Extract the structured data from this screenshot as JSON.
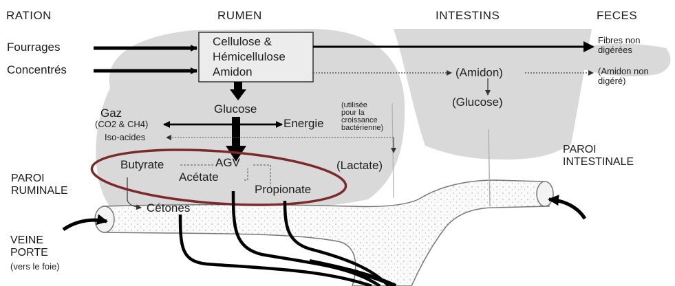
{
  "headers": {
    "ration": "RATION",
    "rumen": "RUMEN",
    "intestins": "INTESTINS",
    "feces": "FECES"
  },
  "inputs": {
    "fourrages": "Fourrages",
    "concentres": "Concentrés"
  },
  "rumen_box": {
    "line1": "Cellulose &",
    "line2": "Hémicellulose",
    "line3": "Amidon"
  },
  "rumen": {
    "glucose": "Glucose",
    "gaz": "Gaz",
    "gaz_detail": "(CO2 & CH4)",
    "energie": "Energie",
    "energie_note": [
      "(utilisée",
      "pour la",
      "croissance",
      "bactérienne)"
    ],
    "iso_acides": "Iso-acides",
    "lactate": "(Lactate)"
  },
  "agv": {
    "butyrate": "Butyrate",
    "agv": "AGV",
    "acetate": "Acétate",
    "propionate": "Propionate",
    "cetones": "Cétones"
  },
  "intestins": {
    "amidon": "(Amidon)",
    "glucose": "(Glucose)"
  },
  "feces": {
    "fibres": [
      "Fibres non",
      "digérées"
    ],
    "amidon": [
      "(Amidon non",
      "digéré)"
    ]
  },
  "labels": {
    "paroi_ruminale": [
      "PAROI",
      "RUMINALE"
    ],
    "paroi_intestinale": [
      "PAROI",
      "INTESTINALE"
    ],
    "veine_porte": [
      "VEINE",
      "PORTE"
    ],
    "veine_porte_note": "(vers le foie)"
  },
  "colors": {
    "organ_fill": "#d9d9d9",
    "ellipse": "#7a2a2a",
    "arrows": "#000000",
    "text": "#1e1e1e"
  }
}
